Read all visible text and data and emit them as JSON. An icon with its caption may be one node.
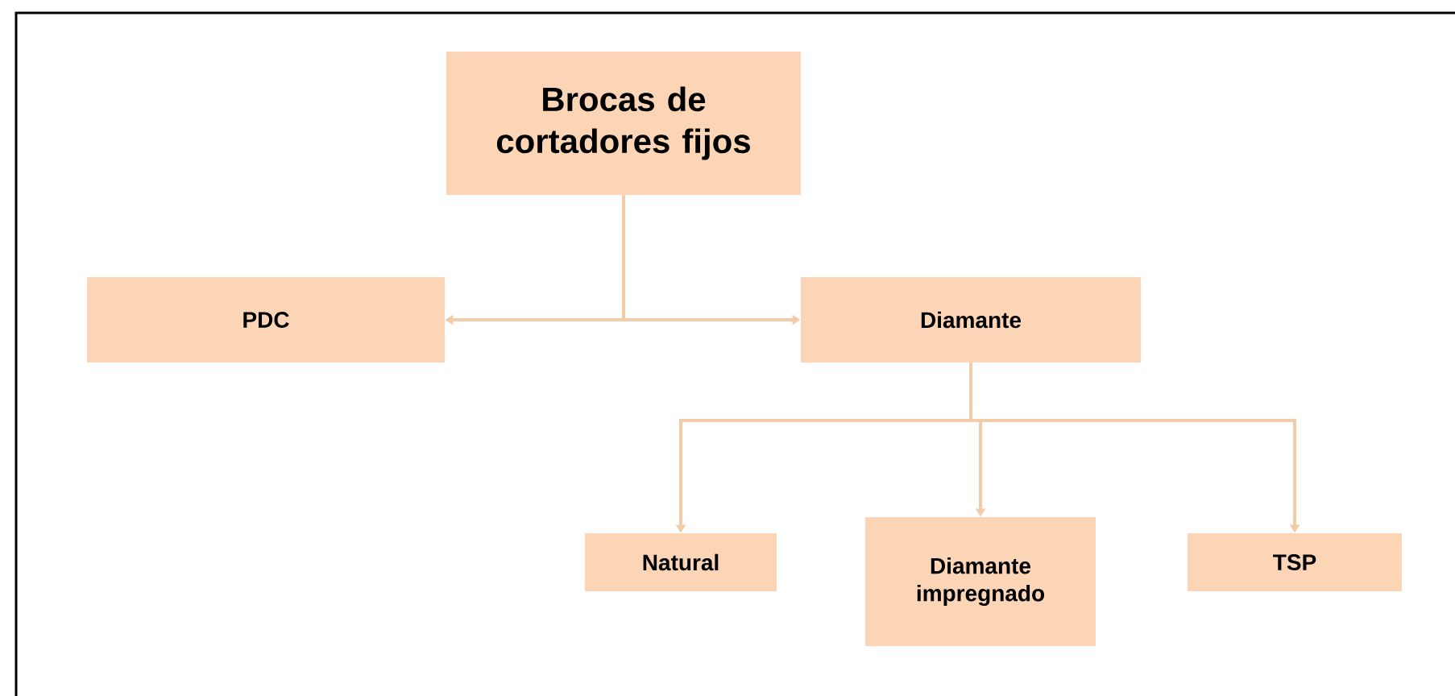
{
  "diagram": {
    "nodes": [
      {
        "text": [
          "Brocas de cortadores fijos"
        ]
      },
      {
        "text": [
          "PDC"
        ]
      },
      {
        "text": [
          "Diamante"
        ]
      },
      {
        "text": [
          "Natural"
        ]
      },
      {
        "text": [
          "Diamante impregnado"
        ]
      },
      {
        "text": [
          "TSP"
        ]
      }
    ],
    "edges": [
      {
        "from": 0,
        "to": 1,
        "arrow": "to"
      },
      {
        "from": 0,
        "to": 2,
        "arrow": "to"
      },
      {
        "from": 2,
        "to": 3,
        "arrow": "to"
      },
      {
        "from": 2,
        "to": 4,
        "arrow": "to"
      },
      {
        "from": 2,
        "to": 5,
        "arrow": "to"
      }
    ]
  }
}
